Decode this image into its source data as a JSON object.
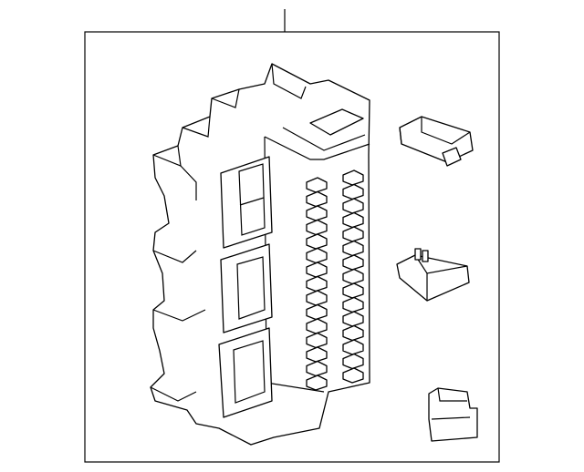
{
  "diagram": {
    "parts": [
      {
        "name": "fuse-box-assembly"
      },
      {
        "name": "relay"
      },
      {
        "name": "blade-fuse"
      },
      {
        "name": "connector-clip"
      }
    ],
    "colors": {
      "line": "#000000",
      "background": "#ffffff"
    }
  }
}
